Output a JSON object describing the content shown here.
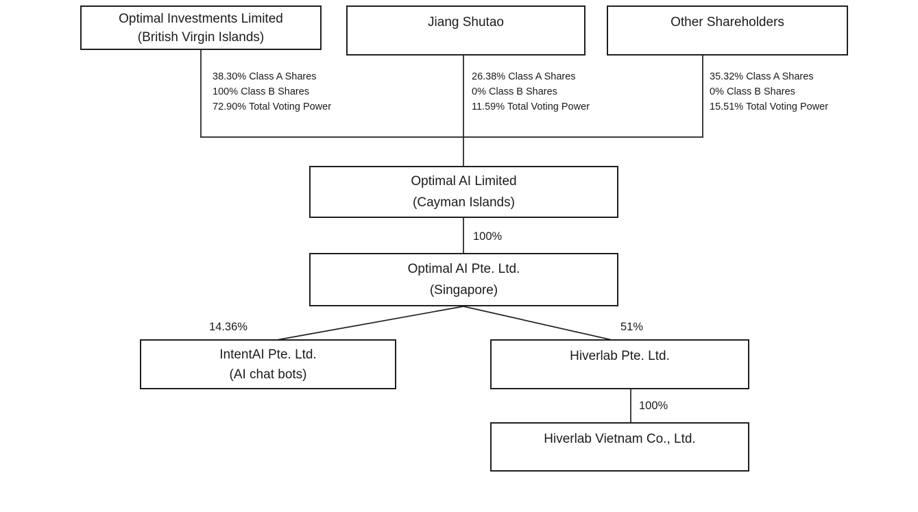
{
  "diagram": {
    "top_shareholders": [
      {
        "id": "optimal-investments",
        "name": "Optimal Investments Limited",
        "jurisdiction": "(British Virgin Islands)",
        "class_a_shares": "38.30% Class A Shares",
        "class_b_shares": "100% Class B Shares",
        "total_voting_power": "72.90% Total Voting Power"
      },
      {
        "id": "jiang-shutao",
        "name": "Jiang Shutao",
        "class_a_shares": "26.38% Class A Shares",
        "class_b_shares": "0% Class B Shares",
        "total_voting_power": "11.59% Total Voting Power"
      },
      {
        "id": "other-shareholders",
        "name": "Other Shareholders",
        "class_a_shares": "35.32% Class A Shares",
        "class_b_shares": "0% Class B Shares",
        "total_voting_power": "15.51% Total Voting Power"
      }
    ],
    "entities": {
      "optimal_ai_limited": {
        "name": "Optimal AI Limited",
        "jurisdiction": "(Cayman Islands)"
      },
      "optimal_ai_pte": {
        "name": "Optimal AI Pte. Ltd.",
        "jurisdiction": "(Singapore)"
      },
      "intentai": {
        "name": "IntentAI Pte. Ltd.",
        "note": "(AI chat bots)"
      },
      "hiverlab": {
        "name": "Hiverlab Pte. Ltd."
      },
      "hiverlab_vietnam": {
        "name": "Hiverlab Vietnam Co., Ltd."
      }
    },
    "ownership_percentages": {
      "cayman_to_singapore": "100%",
      "singapore_to_intentai": "14.36%",
      "singapore_to_hiverlab": "51%",
      "hiverlab_to_vietnam": "100%"
    },
    "colors": {
      "line": "#1f1f1f",
      "text": "#1b1b1b",
      "background": "#ffffff"
    }
  }
}
